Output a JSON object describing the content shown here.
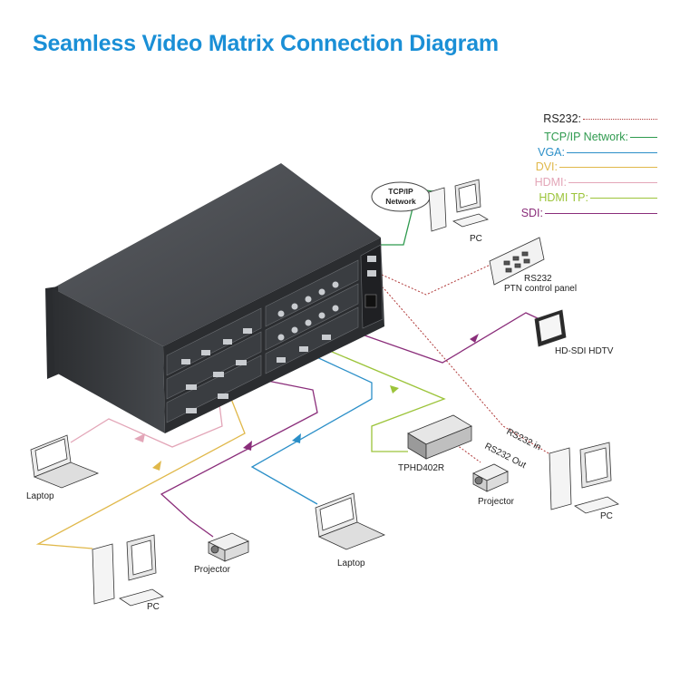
{
  "title": "Seamless Video Matrix Connection Diagram",
  "legend": [
    {
      "label": "RS232:",
      "color": "#b03a3a",
      "style": "dotted",
      "text_color": "#222222"
    },
    {
      "label": "TCP/IP Network:",
      "color": "#2e9a4e",
      "style": "solid",
      "text_color": "#2e9a4e"
    },
    {
      "label": "VGA:",
      "color": "#2b8fc8",
      "style": "solid",
      "text_color": "#2b8fc8"
    },
    {
      "label": "DVI:",
      "color": "#e0b84a",
      "style": "solid",
      "text_color": "#e0b84a"
    },
    {
      "label": "HDMI:",
      "color": "#e3a6b8",
      "style": "solid",
      "text_color": "#e3a6b8"
    },
    {
      "label": "HDMI TP:",
      "color": "#9cc43a",
      "style": "solid",
      "text_color": "#9cc43a"
    },
    {
      "label": "SDI:",
      "color": "#8a2d7a",
      "style": "solid",
      "text_color": "#8a2d7a"
    }
  ],
  "network": {
    "line1": "TCP/IP",
    "line2": "Network"
  },
  "devices": {
    "pc_top": "PC",
    "ptn_line1": "RS232",
    "ptn_line2": "PTN control panel",
    "hdtv": "HD-SDI HDTV",
    "receiver": "TPHD402R",
    "rs232_in": "RS232 in",
    "rs232_out": "RS232 Out",
    "projector_right": "Projector",
    "pc_right": "PC",
    "laptop_left": "Laptop",
    "projector_left": "Projector",
    "laptop_center": "Laptop",
    "pc_left": "PC"
  },
  "colors": {
    "title": "#1a8fd6",
    "chassis_dark": "#3c3f44",
    "chassis_top": "#4a4d52",
    "panel": "#2b2d30"
  }
}
